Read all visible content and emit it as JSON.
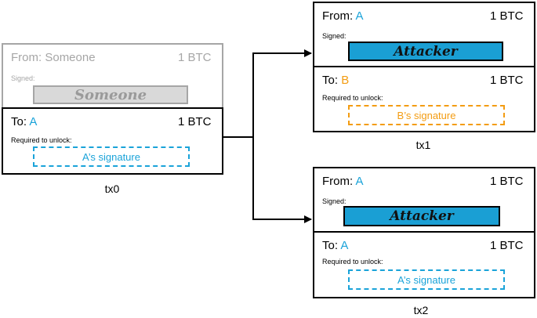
{
  "tx0": {
    "from_label": "From: ",
    "from_value": "Someone",
    "amount_top": "1 BTC",
    "signed_label": "Signed:",
    "signature": "Someone",
    "to_label": "To: ",
    "to_value": "A",
    "amount_bottom": "1 BTC",
    "unlock_label": "Required to unlock:",
    "required_signature": "A’s  signature",
    "caption": "tx0"
  },
  "tx1": {
    "from_label": "From: ",
    "from_value": "A",
    "amount_top": "1 BTC",
    "signed_label": "Signed:",
    "signature": "Attacker",
    "to_label": "To: ",
    "to_value": "B",
    "amount_bottom": "1 BTC",
    "unlock_label": "Required to unlock:",
    "required_signature": "B’s signature",
    "caption": "tx1"
  },
  "tx2": {
    "from_label": "From: ",
    "from_value": "A",
    "amount_top": "1 BTC",
    "signed_label": "Signed:",
    "signature": "Attacker",
    "to_label": "To:  ",
    "to_value": "A",
    "amount_bottom": "1 BTC",
    "unlock_label": "Required to unlock:",
    "required_signature": "A’s  signature",
    "caption": "tx2"
  },
  "colors": {
    "a_blue": "#1aa3d9",
    "b_orange": "#f39c12",
    "signature_fill": "#1a9fd4",
    "faded_grey": "#a6a6a6"
  }
}
